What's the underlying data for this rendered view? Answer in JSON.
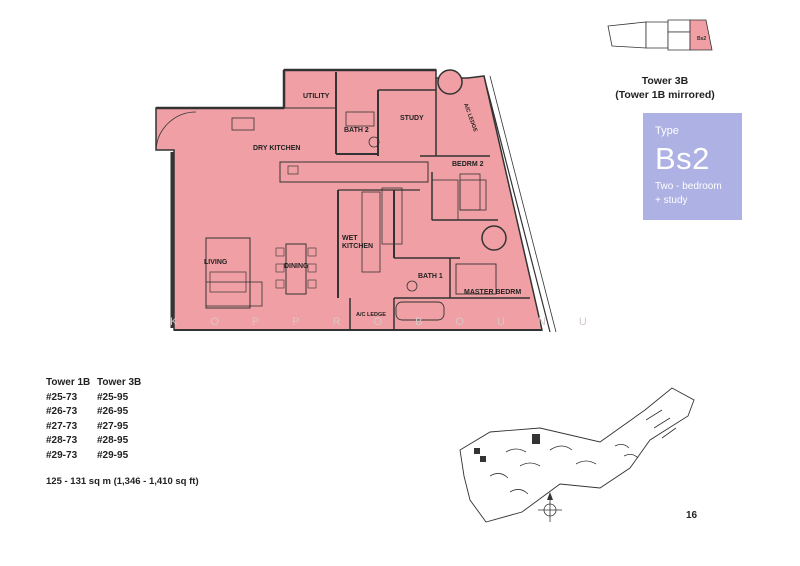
{
  "header": {
    "tower_title_line1": "Tower 3B",
    "tower_title_line2": "(Tower 1B mirrored)",
    "keyplan_unit_label": "Bs2"
  },
  "type_box": {
    "label": "Type",
    "code": "Bs2",
    "description_line1": "Two - bedroom",
    "description_line2": "+ study",
    "color": "#aeb1e3"
  },
  "floorplan": {
    "fill_color": "#f0a0a4",
    "rooms": {
      "utility": "UTILITY",
      "bath2": "BATH 2",
      "study": "STUDY",
      "ac_ledge_top": "A/C LEDGE",
      "dry_kitchen": "DRY KITCHEN",
      "bedroom2": "BEDRM 2",
      "wet_kitchen_line1": "WET",
      "wet_kitchen_line2": "KITCHEN",
      "living": "LIVING",
      "dining": "DINING",
      "bath1": "BATH 1",
      "master_bedroom": "MASTER BEDRM",
      "ac_ledge_bottom": "A/C LEDGE"
    }
  },
  "units": {
    "headers": [
      "Tower 1B",
      "Tower 3B"
    ],
    "rows": [
      [
        "#25-73",
        "#25-95"
      ],
      [
        "#26-73",
        "#26-95"
      ],
      [
        "#27-73",
        "#27-95"
      ],
      [
        "#28-73",
        "#28-95"
      ],
      [
        "#29-73",
        "#29-95"
      ]
    ]
  },
  "area": "125 - 131 sq m (1,346 - 1,410 sq ft)",
  "page_number": "16",
  "watermark": "KOPPROBOUNU"
}
